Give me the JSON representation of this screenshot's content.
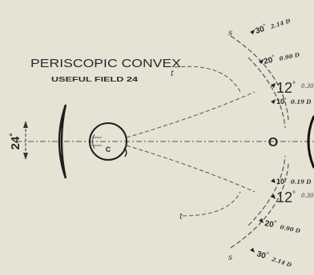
{
  "heading": {
    "title": "PERISCOPIC CONVEX",
    "subtitle": "USEFUL FIELD 24"
  },
  "field_label": {
    "value": "24",
    "unit": "°"
  },
  "eye_label": "C",
  "center_label": "O",
  "tangent_label": "t",
  "surface_label": "s",
  "arc_marks": {
    "upper": [
      {
        "angle": "30",
        "unit": "°",
        "value": "2.14 D"
      },
      {
        "angle": "20",
        "unit": "°",
        "value": "0.90 D"
      },
      {
        "angle": "12",
        "unit": "°",
        "value": "0.30"
      },
      {
        "angle": "10",
        "unit": "°",
        "value": "0.19 D"
      }
    ],
    "lower": [
      {
        "angle": "10",
        "unit": "°",
        "value": "0.19 D"
      },
      {
        "angle": "12",
        "unit": "°",
        "value": "0.30"
      },
      {
        "angle": "20",
        "unit": "°",
        "value": "0.90 D"
      },
      {
        "angle": "30",
        "unit": "°",
        "value": "2.14 D"
      }
    ]
  },
  "colors": {
    "paper": "#e6e2d4",
    "ink": "#2a2a2a"
  }
}
